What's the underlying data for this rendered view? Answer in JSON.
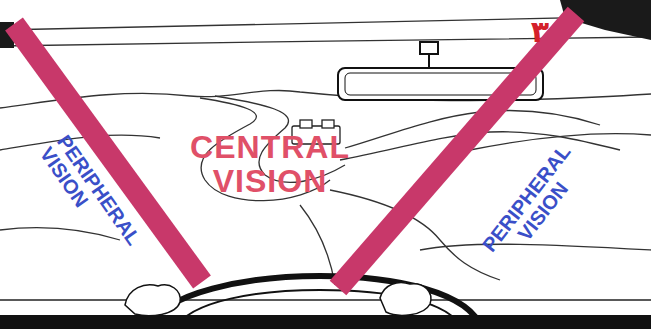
{
  "diagram": {
    "labels": [
      "٣",
      "PERIPHERAL VISION",
      "CENTRAL VISION",
      "PERIPHERAL VISION"
    ]
  }
}
